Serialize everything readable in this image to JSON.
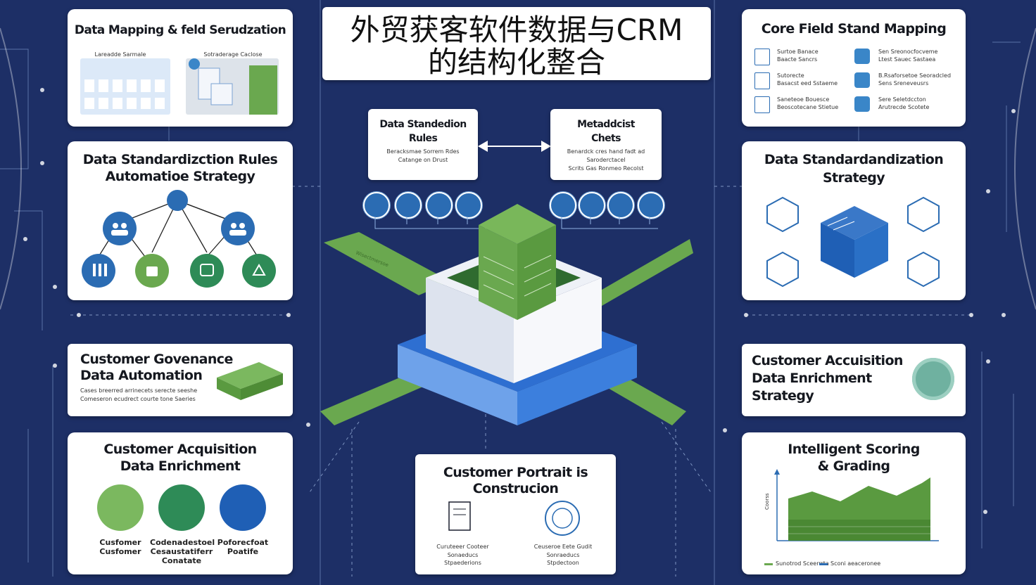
{
  "title": {
    "line1": "外贸获客软件数据与CRM",
    "line2": "的结构化整合"
  },
  "colors": {
    "background": "#1d2f66",
    "accent_blue": "#2b6cb3",
    "accent_green": "#6aa84f",
    "card": "#ffffff"
  },
  "cards": {
    "mapping": {
      "heading": "Data Mapping & feld Serudzation",
      "col_a": "Lareadde Sarmale",
      "col_b": "Sotraderage Caclose"
    },
    "rules_strategy": {
      "heading_1": "Data Standardizction Rules",
      "heading_2": "Automatioe Strategy"
    },
    "std_rules": {
      "heading_1": "Data Standedion",
      "heading_2": "Rules",
      "line1": "Beracksmae Sorrem Rdes",
      "line2": "Catange on Drust"
    },
    "metadata": {
      "heading_1": "Metaddcist",
      "heading_2": "Chets",
      "line1": "Benardck cres hand fadt ad",
      "line2": "Saroderctacel",
      "line3": "Scrits Gas Ronmeo Recolst"
    },
    "core_field": {
      "heading": "Core Field Stand Mapping",
      "rows": [
        {
          "left_a": "Surtoe Banace",
          "left_b": "Baacte Sancrs",
          "right_a": "Sen Sreonocfocveme",
          "right_b": "Ltest Sauec Sastaea"
        },
        {
          "left_a": "Sutorecte",
          "left_b": "Basacst eed Sstaeme",
          "right_a": "B.Rsaforsetoe Seoradcled",
          "right_b": "Sens Sreneveusrs"
        },
        {
          "left_a": "Saneteoe Bouesce",
          "left_b": "Beoscotecane Stietue",
          "right_a": "Sere Seletdccton",
          "right_b": "Arutrecde Scotete"
        }
      ]
    },
    "std_strategy": {
      "heading_1": "Data Standardandization",
      "heading_2": "Strategy"
    },
    "governance": {
      "heading_1": "Customer Govenance",
      "heading_2": "Data Automation",
      "line1": "Cases breerred arrinecets serecte seeshe",
      "line2": "Comeseron ecudrect courte tone Saeries"
    },
    "acq_strategy": {
      "heading_1": "Customer Accuisition",
      "heading_2": "Data Enrichment",
      "heading_3": "Strategy"
    },
    "acq_enrich": {
      "heading_1": "Customer Acquisition",
      "heading_2": "Data Enrichment",
      "items": [
        {
          "line1": "Cusfomer",
          "line2": "Cusfomer",
          "line3": ""
        },
        {
          "line1": "Codenadestoel",
          "line2": "Cesaustatiferr",
          "line3": "Conatate"
        },
        {
          "line1": "Poforecfoat",
          "line2": "Poatife",
          "line3": ""
        }
      ]
    },
    "portrait": {
      "heading_1": "Customer Portrait is",
      "heading_2": "Construcion",
      "left_1": "Curuteeer Cooteer",
      "left_2": "Sonaeducs",
      "left_3": "Stpaederions",
      "right_1": "Ceuseroe Eete Gudit",
      "right_2": "Sonraeducs",
      "right_3": "Stpdectoon"
    },
    "scoring": {
      "heading_1": "Intelligent Scoring",
      "heading_2": "& Grading",
      "axis_label": "Coorss",
      "legend_a": "Sunotrod Sceerrrta",
      "legend_b": "Sconi aeaceronee"
    }
  },
  "platform_label": "Wisectmersoe"
}
